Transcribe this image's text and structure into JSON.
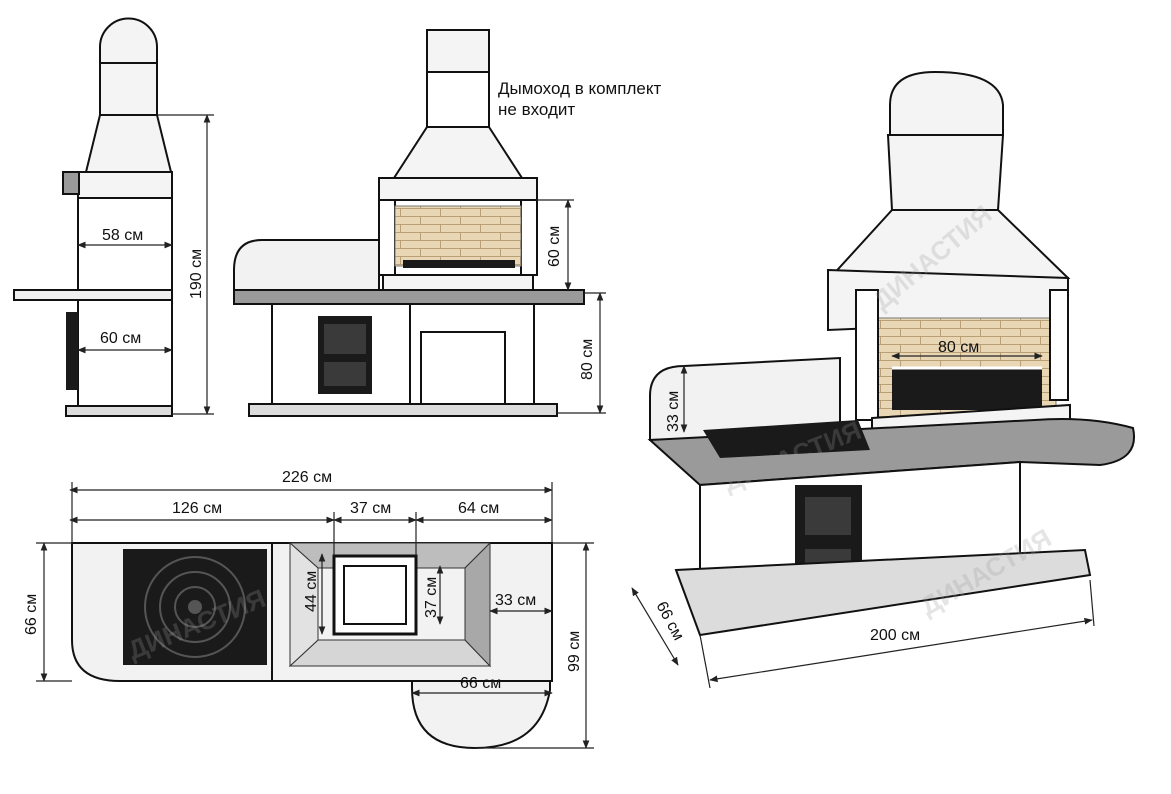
{
  "note": {
    "line1": "Дымоход в комплект",
    "line2": "не входит"
  },
  "watermark": "ДИНАСТИЯ",
  "side_view": {
    "depth_upper": "58 см",
    "depth_lower": "60 см",
    "height_total": "190 см"
  },
  "front_view": {
    "firebox_height": "60 см",
    "table_height": "80 см"
  },
  "plan_view": {
    "length_total": "226 см",
    "left_section": "126 см",
    "middle_section": "37 см",
    "right_section": "64 см",
    "depth_left": "66 см",
    "inner_height": "44 см",
    "inner_width": "37 см",
    "right_offset": "33 см",
    "round_table": "66 см",
    "depth_total": "99 см"
  },
  "iso_view": {
    "grill_width": "80 см",
    "side_height": "33 см",
    "depth": "66 см",
    "length": "200 см"
  },
  "colors": {
    "stone": "#f2f2f2",
    "concrete": "#9a9a9a",
    "brick": "#e8d6b5",
    "iron": "#1a1a1a"
  }
}
